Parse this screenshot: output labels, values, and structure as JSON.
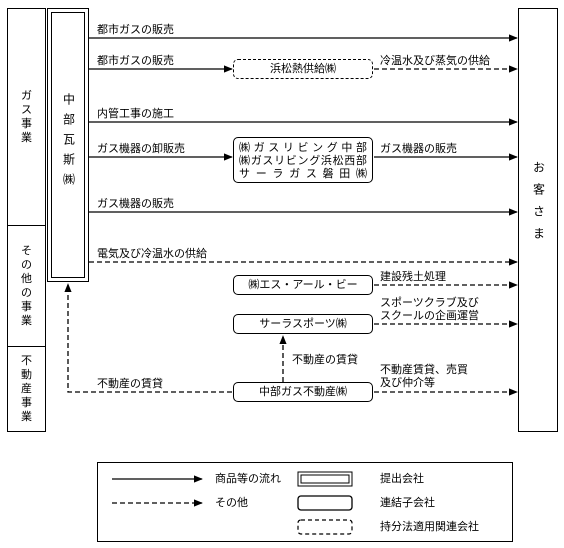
{
  "segments": {
    "gas": "ガス事業",
    "other": "その他の事業",
    "realestate": "不動産事業"
  },
  "company": "中部瓦斯㈱",
  "customers": "お客さま",
  "flows": {
    "city_gas_sales_1": "都市ガスの販売",
    "city_gas_sales_2": "都市ガスの販売",
    "hot_water_steam": "冷温水及び蒸気の供給",
    "pipe_work": "内管工事の施工",
    "gas_equipment_wholesale": "ガス機器の卸販売",
    "gas_equipment_sales_subs": "ガス機器の販売",
    "gas_equipment_sales": "ガス機器の販売",
    "electricity_hot_water": "電気及び冷温水の供給",
    "building_waste": "建設残土処理",
    "sports_club": [
      "スポーツクラブ及び",
      "スクールの企画運営"
    ],
    "real_estate_rental_up": "不動産の賃貸",
    "real_estate_rental_left": "不動産の賃貸",
    "real_estate_services": [
      "不動産賃貸、売買",
      "及び仲介等"
    ]
  },
  "entities": {
    "hamamatsu_heat": "浜松熱供給㈱",
    "gas_living": [
      "㈱ガスリビング中部",
      "㈱ガスリビング浜松西部",
      "サーラガス磐田㈱"
    ],
    "sarl_sports": "サーラスポーツ㈱",
    "s_r_b": "㈱エス・アール・ビー",
    "chubu_real_estate": "中部ガス不動産㈱"
  },
  "legend": {
    "solid_arrow": "商品等の流れ",
    "dashed_arrow": "その他",
    "double_box": "提出会社",
    "solid_box": "連結子会社",
    "dashed_box": "持分法適用関連会社"
  }
}
